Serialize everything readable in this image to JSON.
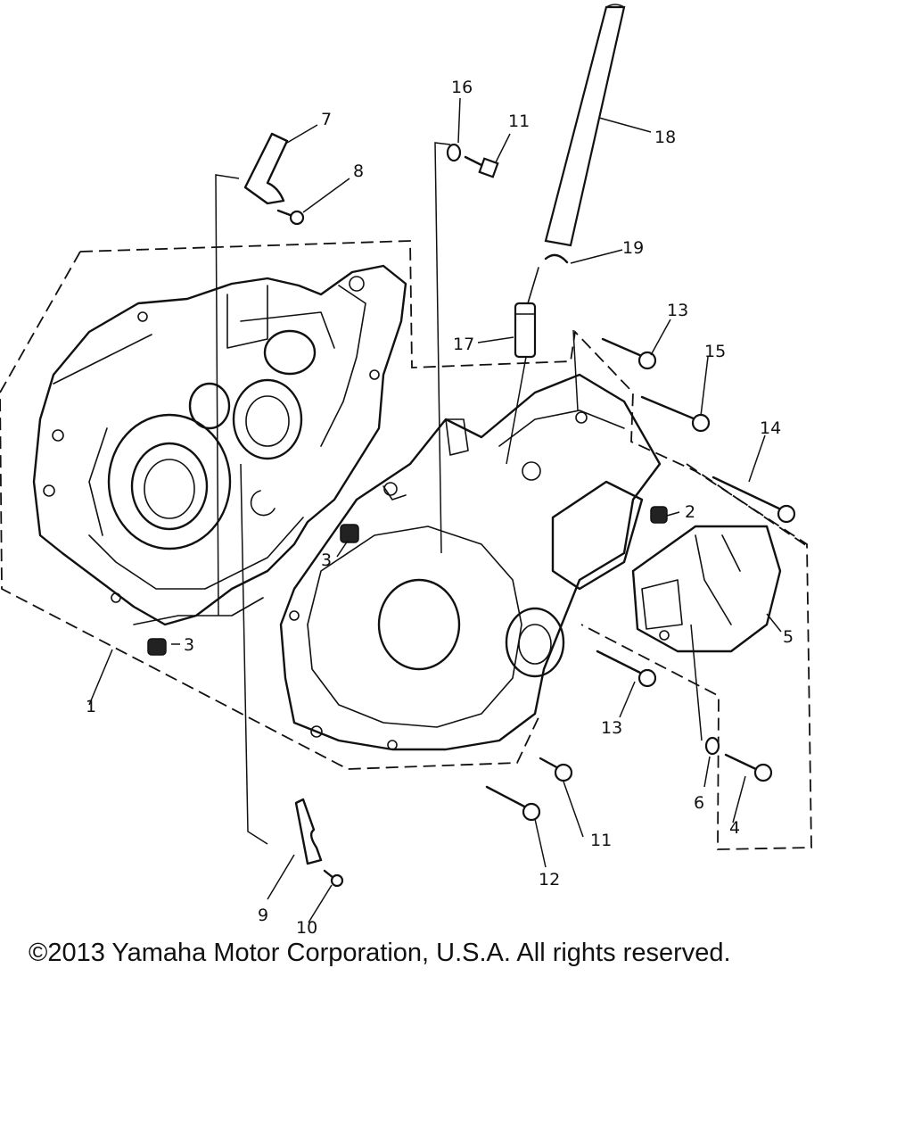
{
  "copyright": "©2013 Yamaha Motor Corporation, U.S.A. All rights reserved.",
  "callouts": [
    {
      "id": "c1",
      "label": "1"
    },
    {
      "id": "c2",
      "label": "2"
    },
    {
      "id": "c3a",
      "label": "3"
    },
    {
      "id": "c3b",
      "label": "3"
    },
    {
      "id": "c4",
      "label": "4"
    },
    {
      "id": "c5",
      "label": "5"
    },
    {
      "id": "c6",
      "label": "6"
    },
    {
      "id": "c7",
      "label": "7"
    },
    {
      "id": "c8",
      "label": "8"
    },
    {
      "id": "c9",
      "label": "9"
    },
    {
      "id": "c10",
      "label": "10"
    },
    {
      "id": "c11a",
      "label": "11"
    },
    {
      "id": "c11b",
      "label": "11"
    },
    {
      "id": "c12",
      "label": "12"
    },
    {
      "id": "c13a",
      "label": "13"
    },
    {
      "id": "c13b",
      "label": "13"
    },
    {
      "id": "c14",
      "label": "14"
    },
    {
      "id": "c15",
      "label": "15"
    },
    {
      "id": "c16",
      "label": "16"
    },
    {
      "id": "c17",
      "label": "17"
    },
    {
      "id": "c18",
      "label": "18"
    },
    {
      "id": "c19",
      "label": "19"
    }
  ]
}
